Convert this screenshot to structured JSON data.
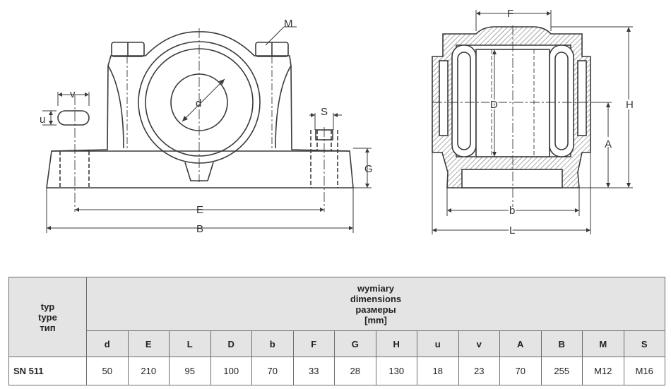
{
  "drawing": {
    "front_labels": {
      "M": "M",
      "v": "v",
      "u": "u",
      "d": "d",
      "S": "S",
      "G": "G",
      "E": "E",
      "B": "B"
    },
    "side_labels": {
      "F": "F",
      "D": "D",
      "H": "H",
      "A": "A",
      "b": "b",
      "L": "L"
    }
  },
  "table": {
    "type_header": [
      "typ",
      "type",
      "тип"
    ],
    "group_header": [
      "wymiary",
      "dimensions",
      "размеры",
      "[mm]"
    ],
    "columns": [
      "d",
      "E",
      "L",
      "D",
      "b",
      "F",
      "G",
      "H",
      "u",
      "v",
      "A",
      "B",
      "M",
      "S"
    ],
    "rows": [
      {
        "type": "SN 511",
        "values": [
          "50",
          "210",
          "95",
          "100",
          "70",
          "33",
          "28",
          "130",
          "18",
          "23",
          "70",
          "255",
          "M12",
          "M16"
        ]
      }
    ]
  },
  "colors": {
    "line": "#3a3a3a",
    "header_bg": "#e4e4e4",
    "grid": "#6d6d6d"
  }
}
